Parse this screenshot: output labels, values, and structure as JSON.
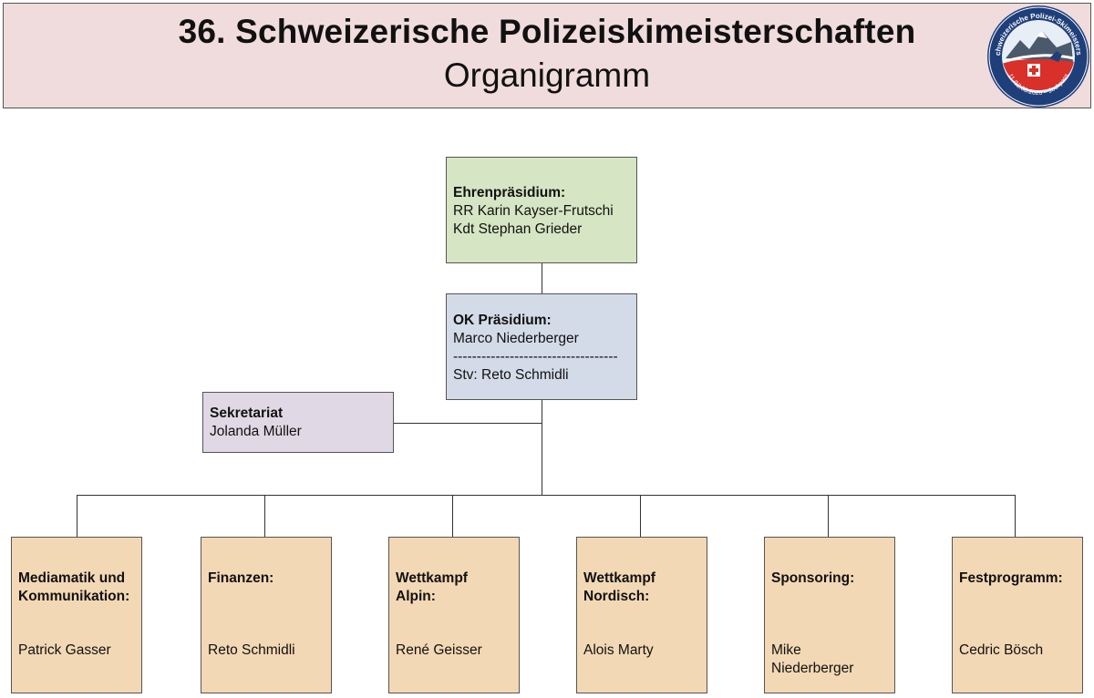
{
  "header": {
    "title": "36. Schweizerische Polizeiskimeisterschaften",
    "subtitle": "Organigramm",
    "logo_ring_text": "36. Schweizerische Polizei-Skimeisterschaft",
    "logo_date_text": "11./12.03.2026 – Jochpass"
  },
  "ehrenpraesidium": {
    "title": "Ehrenpräsidium:",
    "members": [
      "RR Karin Kayser-Frutschi",
      "Kdt Stephan Grieder"
    ]
  },
  "ok_praesidium": {
    "title": "OK Präsidium:",
    "name": "Marco Niederberger",
    "divider": "-----------------------------------",
    "deputy": "Stv: Reto Schmidli"
  },
  "sekretariat": {
    "title": "Sekretariat",
    "name": "Jolanda Müller"
  },
  "departments": [
    {
      "title_lines": [
        "Mediamatik und",
        "Kommunikation:"
      ],
      "person_lines": [
        "Patrick Gasser"
      ]
    },
    {
      "title_lines": [
        "Finanzen:"
      ],
      "person_lines": [
        "Reto Schmidli"
      ]
    },
    {
      "title_lines": [
        "Wettkampf",
        "Alpin:"
      ],
      "person_lines": [
        "René Geisser"
      ]
    },
    {
      "title_lines": [
        "Wettkampf",
        "Nordisch:"
      ],
      "person_lines": [
        "Alois Marty"
      ]
    },
    {
      "title_lines": [
        "Sponsoring:"
      ],
      "person_lines": [
        "Mike",
        "Niederberger"
      ]
    },
    {
      "title_lines": [
        "Festprogramm:"
      ],
      "person_lines": [
        "Cedric Bösch"
      ]
    }
  ],
  "colors": {
    "header_bg": "#f0dcdc",
    "ehren_bg": "#d6e5c3",
    "ok_bg": "#d4dbe8",
    "sekretariat_bg": "#e0d9e5",
    "department_bg": "#f3d8b5",
    "logo_ring": "#1f3f7a",
    "logo_red": "#d9302a"
  }
}
